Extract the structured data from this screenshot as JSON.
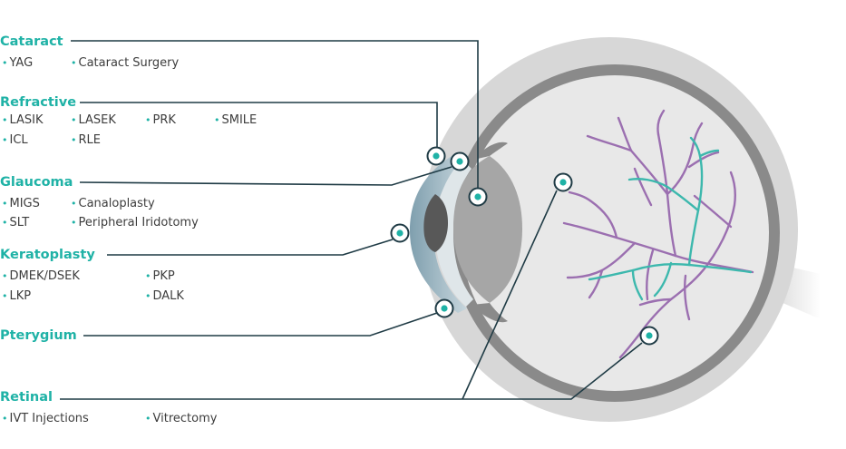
{
  "colors": {
    "accent": "#1fb2a6",
    "leader": "#1f3b45",
    "sclera_outer": "#d7d7d7",
    "sclera_inner": "#868686",
    "vitreous": "#e8e8e8",
    "lens": "#a8a8a8",
    "cornea": "#8aa8b4",
    "iris": "#585858",
    "vessel_purple": "#9b6fb0",
    "vessel_teal": "#3cb8ad",
    "text": "#3d3d3d"
  },
  "categories": {
    "cataract": {
      "label": "Cataract",
      "items": [
        "YAG",
        "Cataract Surgery"
      ]
    },
    "refractive": {
      "label": "Refractive",
      "items": [
        "LASIK",
        "LASEK",
        "PRK",
        "SMILE",
        "ICL",
        "RLE"
      ]
    },
    "glaucoma": {
      "label": "Glaucoma",
      "items": [
        "MIGS",
        "Canaloplasty",
        "SLT",
        "Peripheral Iridotomy"
      ]
    },
    "keratoplasty": {
      "label": "Keratoplasty",
      "items": [
        "DMEK/DSEK",
        "PKP",
        "LKP",
        "DALK"
      ]
    },
    "pterygium": {
      "label": "Pterygium",
      "items": []
    },
    "retinal": {
      "label": "Retinal",
      "items": [
        "IVT Injections",
        "Vitrectomy"
      ]
    }
  }
}
